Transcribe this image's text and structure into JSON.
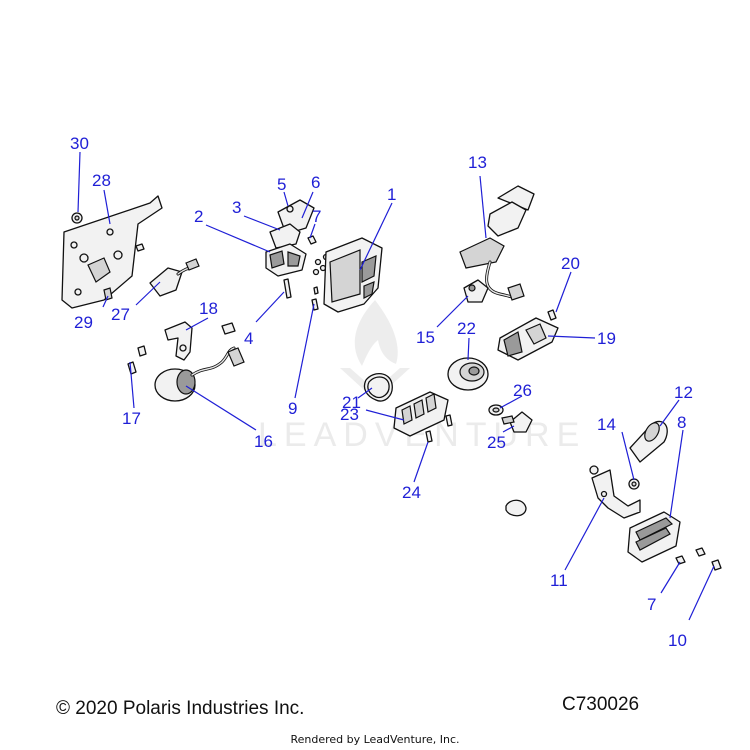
{
  "diagram": {
    "callouts": [
      "1",
      "2",
      "3",
      "4",
      "5",
      "6",
      "7",
      "7",
      "8",
      "9",
      "10",
      "11",
      "12",
      "13",
      "14",
      "15",
      "16",
      "17",
      "18",
      "19",
      "20",
      "21",
      "22",
      "23",
      "24",
      "25",
      "26",
      "27",
      "28",
      "29",
      "30"
    ],
    "watermark": "LEADVENTURE"
  },
  "footer": {
    "copyright": "© 2020 Polaris Industries Inc.",
    "drawing_id": "C730026",
    "rendered_by": "Rendered by LeadVenture, Inc."
  }
}
